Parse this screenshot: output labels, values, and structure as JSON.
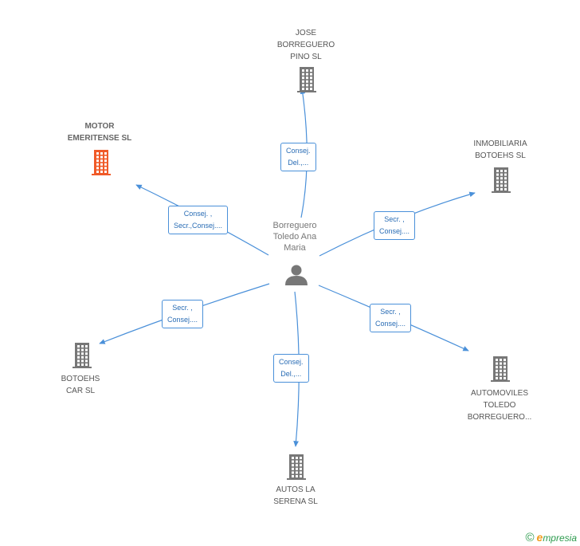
{
  "center": {
    "label": "Borreguero\nToledo Ana\nMaria",
    "icon": "person-icon"
  },
  "companies": [
    {
      "id": "jose",
      "label": "JOSE\nBORREGUERO\nPINO  SL",
      "highlight": false
    },
    {
      "id": "motor",
      "label": "MOTOR\nEMERITENSE SL",
      "highlight": true
    },
    {
      "id": "inmobiliaria",
      "label": "INMOBILIARIA\nBOTOEHS SL",
      "highlight": false
    },
    {
      "id": "botoehs-car",
      "label": "BOTOEHS\nCAR SL",
      "highlight": false
    },
    {
      "id": "automoviles",
      "label": "AUTOMOVILES\nTOLEDO\nBORREGUERO...",
      "highlight": false
    },
    {
      "id": "autos",
      "label": "AUTOS LA\nSERENA  SL",
      "highlight": false
    }
  ],
  "relations": [
    {
      "to": "jose",
      "label": "Consej.\nDel.,..."
    },
    {
      "to": "motor",
      "label": "Consej. ,\nSecr.,Consej...."
    },
    {
      "to": "inmobiliaria",
      "label": "Secr. ,\nConsej...."
    },
    {
      "to": "botoehs-car",
      "label": "Secr. ,\nConsej...."
    },
    {
      "to": "automoviles",
      "label": "Secr. ,\nConsej...."
    },
    {
      "to": "autos",
      "label": "Consej.\nDel.,..."
    }
  ],
  "colors": {
    "line": "#4a90d9",
    "building": "#777777",
    "building_highlight": "#f05a28",
    "person": "#777777"
  },
  "brand": {
    "copyright": "©",
    "name_first": "e",
    "name_rest": "mpresia"
  }
}
